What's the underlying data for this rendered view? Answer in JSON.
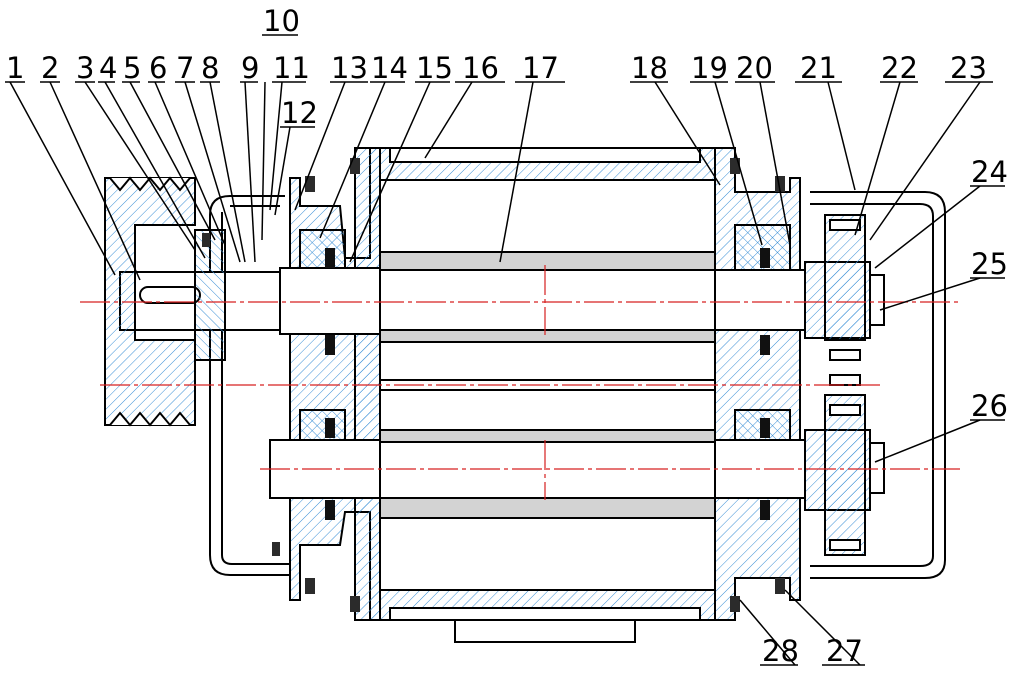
{
  "diagram": {
    "part_numbers": [
      "1",
      "2",
      "3",
      "4",
      "5",
      "6",
      "7",
      "8",
      "9",
      "10",
      "11",
      "12",
      "13",
      "14",
      "15",
      "16",
      "17",
      "18",
      "19",
      "20",
      "21",
      "22",
      "23",
      "24",
      "25",
      "26",
      "27",
      "28"
    ]
  },
  "colors": {
    "line": "#000000",
    "hatch": "#3a8fd6",
    "centerline": "#d62020",
    "roller_fill": "#d3d3d3",
    "bolt_head": "#2b2b2b"
  }
}
